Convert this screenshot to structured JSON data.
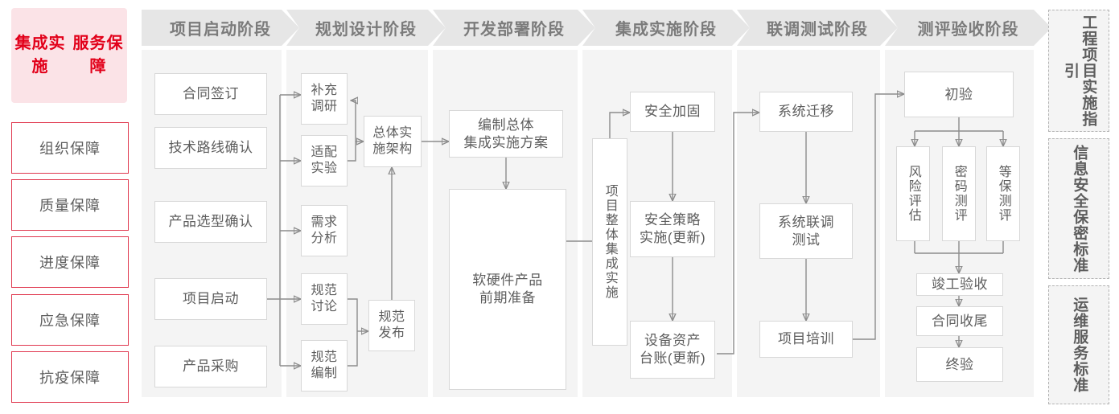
{
  "left_panel": {
    "title": "集成实施\n服务保障",
    "title_line1": "集成实施",
    "title_line2": "服务保障",
    "accent_color": "#e2001a",
    "title_bg": "#fbe3e7",
    "items": [
      {
        "label": "组织保障"
      },
      {
        "label": "质量保障"
      },
      {
        "label": "进度保障"
      },
      {
        "label": "应急保障"
      },
      {
        "label": "抗疫保障"
      }
    ]
  },
  "phases": [
    {
      "header": "项目启动阶段",
      "nodes": [
        {
          "label": "合同签订"
        },
        {
          "label": "技术路线确认"
        },
        {
          "label": "产品选型确认"
        },
        {
          "label": "项目启动"
        },
        {
          "label": "产品采购"
        }
      ]
    },
    {
      "header": "规划设计阶段",
      "nodes": [
        {
          "label": "补充\n调研"
        },
        {
          "label": "适配\n实验"
        },
        {
          "label": "需求\n分析"
        },
        {
          "label": "规范\n讨论"
        },
        {
          "label": "规范\n编制"
        },
        {
          "label": "总体实\n施架构"
        },
        {
          "label": "规范\n发布"
        }
      ]
    },
    {
      "header": "开发部署阶段",
      "nodes": [
        {
          "label": "编制总体\n集成实施方案"
        },
        {
          "label": "软硬件产品\n前期准备"
        }
      ]
    },
    {
      "header": "集成实施阶段",
      "nodes": [
        {
          "label": "项目整体集成实施"
        },
        {
          "label": "安全加固"
        },
        {
          "label": "安全策略\n实施(更新)"
        },
        {
          "label": "设备资产\n台账(更新)"
        }
      ]
    },
    {
      "header": "联调测试阶段",
      "nodes": [
        {
          "label": "系统迁移"
        },
        {
          "label": "系统联调\n测试"
        },
        {
          "label": "项目培训"
        }
      ]
    },
    {
      "header": "测评验收阶段",
      "nodes": [
        {
          "label": "初验"
        },
        {
          "label": "风险评估"
        },
        {
          "label": "密码测评"
        },
        {
          "label": "等保测评"
        },
        {
          "label": "竣工验收"
        },
        {
          "label": "合同收尾"
        },
        {
          "label": "终验"
        }
      ]
    }
  ],
  "standards": [
    {
      "label": "工程项目实施指引"
    },
    {
      "label": "信息安全保密标准"
    },
    {
      "label": "运维服务标准"
    }
  ]
}
